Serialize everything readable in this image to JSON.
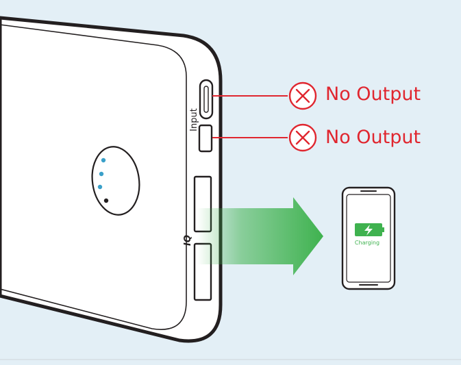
{
  "diagram": {
    "colors": {
      "background": "#e3eff6",
      "bank_fill": "#ffffff",
      "outline": "#231f20",
      "warning": "#e0262f",
      "led": "#3aa0c9",
      "arrow": "#3fb24f",
      "battery": "#3fb24f"
    },
    "port_labels": {
      "input": "Input",
      "iq": "IQ"
    },
    "callouts": [
      {
        "icon": "x-circle-icon",
        "text": "No Output"
      },
      {
        "icon": "x-circle-icon",
        "text": "No Output"
      }
    ],
    "phone": {
      "status": "Charging",
      "icon": "lightning-icon"
    }
  }
}
